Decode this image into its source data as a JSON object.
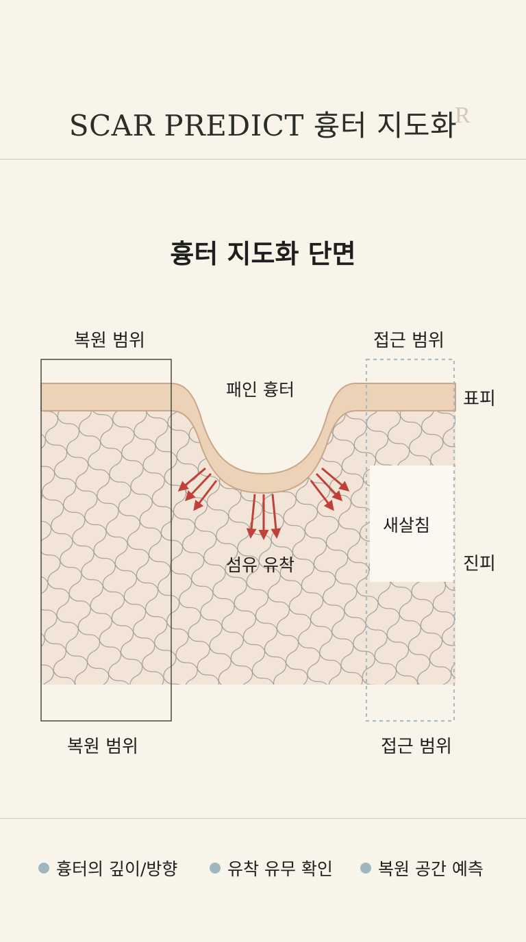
{
  "header": {
    "brand": "SCAR PREDICT 흉터 지도화",
    "brand_mark": "R"
  },
  "diagram": {
    "title": "흉터 지도화 단면",
    "labels": {
      "restore_top": "복원 범위",
      "restore_bottom": "복원 범위",
      "access_top": "접근 범위",
      "access_bottom": "접근 범위",
      "depressed_scar": "패인 흉터",
      "epidermis": "표피",
      "dermis": "진피",
      "new_tissue": "새살침",
      "fiber_adhesion": "섬유 유착"
    },
    "colors": {
      "background": "#f8f4ea",
      "epidermis": "#ecd3b8",
      "epidermis_edge": "#c9a58a",
      "dermis": "#f2e4d7",
      "fiber_mesh": "#8a8a86",
      "arrow": "#c0413a",
      "restore_box": "#4f524c",
      "access_box": "#a9bcc3"
    }
  },
  "legend": {
    "items": [
      {
        "text": "흉터의 깊이/방향"
      },
      {
        "text": "유착 유무 확인"
      },
      {
        "text": "복원 공간 예측"
      }
    ],
    "dot_color": "#9eb6bf"
  }
}
